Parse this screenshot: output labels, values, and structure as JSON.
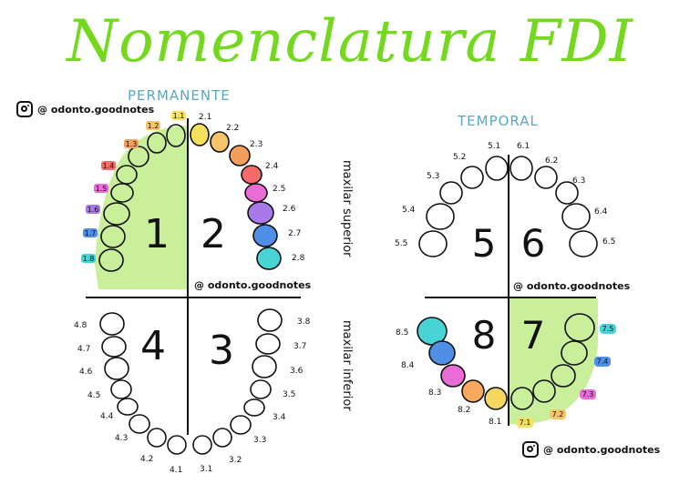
{
  "title": "Nomenclatura FDI",
  "permanent_label": "PERMANENTE",
  "temporal_label": "TEMPORAL",
  "handle": "@ odonto.goodnotes",
  "maxillary_upper_label": "maxilar superior",
  "maxillary_lower_label": "maxilar inferior",
  "quadrants": {
    "q1": "1",
    "q2": "2",
    "q3": "3",
    "q4": "4",
    "q5": "5",
    "q6": "6",
    "q7": "7",
    "q8": "8"
  },
  "teeth_labels": {
    "t11": "1.1",
    "t12": "1.2",
    "t13": "1.3",
    "t14": "1.4",
    "t15": "1.5",
    "t16": "1.6",
    "t17": "1.7",
    "t18": "1.8",
    "t21": "2.1",
    "t22": "2.2",
    "t23": "2.3",
    "t24": "2.4",
    "t25": "2.5",
    "t26": "2.6",
    "t27": "2.7",
    "t28": "2.8",
    "t31": "3.1",
    "t32": "3.2",
    "t33": "3.3",
    "t34": "3.4",
    "t35": "3.5",
    "t36": "3.6",
    "t37": "3.7",
    "t38": "3.8",
    "t41": "4.1",
    "t42": "4.2",
    "t43": "4.3",
    "t44": "4.4",
    "t45": "4.5",
    "t46": "4.6",
    "t47": "4.7",
    "t48": "4.8",
    "t51": "5.1",
    "t52": "5.2",
    "t53": "5.3",
    "t54": "5.4",
    "t55": "5.5",
    "t61": "6.1",
    "t62": "6.2",
    "t63": "6.3",
    "t64": "6.4",
    "t65": "6.5",
    "t71": "7.1",
    "t72": "7.2",
    "t73": "7.3",
    "t74": "7.4",
    "t75": "7.5",
    "t81": "8.1",
    "t82": "8.2",
    "t83": "8.3",
    "t84": "8.4",
    "t85": "8.5"
  },
  "colors": {
    "title_green": "#74d91e",
    "highlight_green": "#c9ef9a",
    "incisor_central": "#f6e05e",
    "incisor_lateral": "#f8c46a",
    "canine": "#f59e5a",
    "premolar_1": "#f36b6b",
    "premolar_2": "#e96bd6",
    "molar_1": "#a879e8",
    "molar_2": "#4f8fe6",
    "molar_3": "#48d4d4"
  }
}
